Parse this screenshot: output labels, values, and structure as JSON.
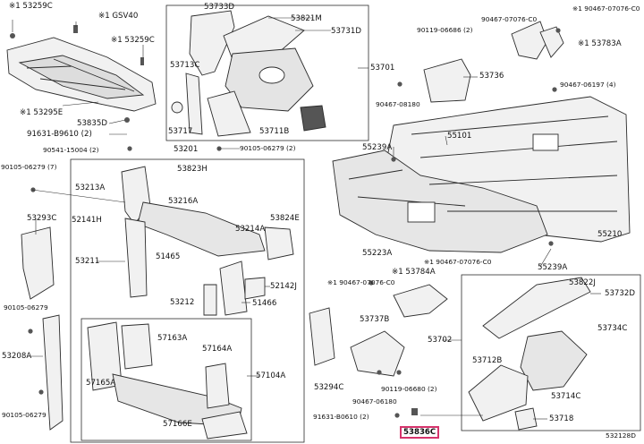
{
  "labels": {
    "p53259c_a": "※1 53259C",
    "gsv40": "※1 GSV40",
    "p53259c_b": "※1 53259C",
    "p53295e": "※1 53295E",
    "p53835d": "53835D",
    "p91631_b9610": "91631-B9610 (2)",
    "p53733d": "53733D",
    "p53821m": "53821M",
    "p53731d": "53731D",
    "p53713c": "53713C",
    "p53701": "53701",
    "p53717": "53717",
    "p53711b": "53711B",
    "p90119_06686": "90119-06686 (2)",
    "p90467_07076_c0_a": "90467-07076-C0",
    "p90467_07076_c0_b": "※1 90467-07076-C0",
    "p53783a": "※1 53783A",
    "p53736": "53736",
    "p90467_08180": "90467-08180",
    "p90467_06197": "90467-06197 (4)",
    "p90541_15004": "90541-15004 (2)",
    "p53201": "53201",
    "p90105_06279_a": "90105-06279 (2)",
    "p90105_06279_b": "90105-06279 (7)",
    "p53823h": "53823H",
    "p53213a": "53213A",
    "p53216a": "53216A",
    "p53293c": "53293C",
    "p52141h": "52141H",
    "p53824e": "53824E",
    "p53214a": "53214A",
    "p53211": "53211",
    "p51465": "51465",
    "p52142j": "52142J",
    "p53212": "53212",
    "p51466": "51466",
    "p90105_06279_c": "90105-06279",
    "p57163a": "57163A",
    "p57164a": "57164A",
    "p53208a": "53208A",
    "p57165a": "57165A",
    "p57104a": "57104A",
    "p57166e": "57166E",
    "p90105_06279_d": "90105-06279",
    "p55239a_a": "55239A",
    "p55101": "55101",
    "p55223a": "55223A",
    "p55210": "55210",
    "p55239a_b": "55239A",
    "p53784a": "※1 53784A",
    "p190467_07076_a": "※1 90467-07076-C0",
    "p190467_07076_b": "※1 90467-07076-C0",
    "p53737b": "53737B",
    "p53822j": "53822J",
    "p53732d": "53732D",
    "p53734c": "53734C",
    "p53702": "53702",
    "p53294c": "53294C",
    "p90119_06680": "90119-06680 (2)",
    "p90467_06180": "90467-06180",
    "p53712b": "53712B",
    "p53714c": "53714C",
    "p91631_b0610": "91631-B0610 (2)",
    "p53836c": "53836C",
    "p53718": "53718",
    "ref_code": "532128D"
  },
  "colors": {
    "line": "#2b2b2b",
    "part_fill": "#f1f1f1",
    "part_dark": "#555555",
    "highlight": "#d6336c"
  }
}
